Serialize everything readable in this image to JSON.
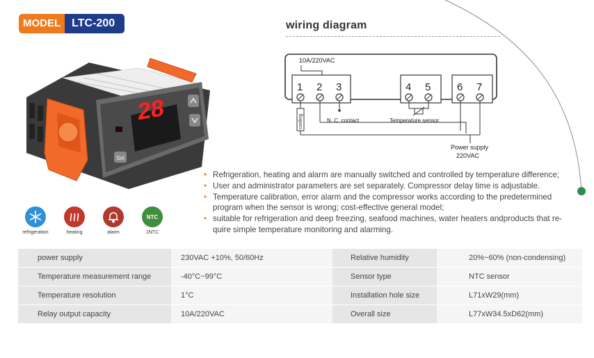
{
  "badge": {
    "label": "MODEL",
    "model": "LTC-200"
  },
  "wiring": {
    "title": "wiring diagram",
    "rating": "10A/220VAC",
    "terminals": [
      "1",
      "2",
      "3",
      "4",
      "5",
      "6",
      "7"
    ],
    "coil_label": "cooling",
    "nc_label": "N. C. contact",
    "sensor_label": "Temperature sensor",
    "power_label": "Power supply",
    "power_voltage": "220VAC"
  },
  "display": {
    "readout": "28",
    "set_label": "Set"
  },
  "features": [
    "Refrigeration, heating and alarm are manually switched and controlled by temperature difference;",
    "User and administrator parameters are set separately. Compressor delay time is adjustable.",
    "Temperature calibration, error alarm and the compressor works according to the predetermined program when the sensor is wrong; cost-effective general model;",
    "suitable for refrigeration and deep freezing, seafood machines, water heaters andproducts that re-quire simple temperature monitoring and alarming."
  ],
  "icons": [
    {
      "name": "snowflake-icon",
      "label": "refrigeration",
      "color": "#2f8fd8",
      "glyph": "❄"
    },
    {
      "name": "heating-icon",
      "label": "heating",
      "color": "#c0392b",
      "glyph": "♨"
    },
    {
      "name": "alarm-icon",
      "label": "alarm",
      "color": "#b03a2e",
      "glyph": "🔔"
    },
    {
      "name": "ntc-icon",
      "label": "1NTC",
      "color": "#3e8e3e",
      "glyph": "NTC"
    }
  ],
  "specs": [
    {
      "k1": "power supply",
      "v1": "230VAC +10%, 50/60Hz",
      "k2": "Relative humidity",
      "v2": "20%~60% (non-condensing)"
    },
    {
      "k1": "Temperature measurement range",
      "v1": "-40°C~99°C",
      "k2": "Sensor type",
      "v2": "NTC sensor"
    },
    {
      "k1": "Temperature resolution",
      "v1": "1°C",
      "k2": "Installation hole size",
      "v2": "L71xW29(mm)"
    },
    {
      "k1": "Relay output capacity",
      "v1": "10A/220VAC",
      "k2": "Overall size",
      "v2": "L77xW34.5xD62(mm)"
    }
  ]
}
